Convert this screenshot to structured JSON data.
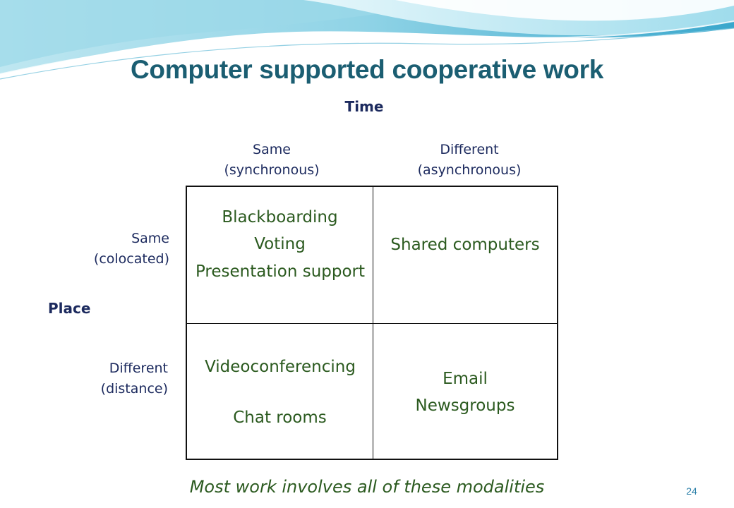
{
  "slide": {
    "title": "Computer supported cooperative work",
    "time_axis": {
      "label": "Time",
      "columns": [
        {
          "line1": "Same",
          "line2": "(synchronous)"
        },
        {
          "line1": "Different",
          "line2": "(asynchronous)"
        }
      ]
    },
    "place_axis": {
      "label": "Place",
      "rows": [
        {
          "line1": "Same",
          "line2": "(colocated)"
        },
        {
          "line1": "Different",
          "line2": "(distance)"
        }
      ]
    },
    "grid": {
      "same_same": [
        "Blackboarding",
        "Voting",
        "Presentation support"
      ],
      "same_different": [
        "Shared computers"
      ],
      "different_same": [
        "Videoconferencing",
        "Chat rooms"
      ],
      "different_different": [
        "Email",
        "Newsgroups"
      ]
    },
    "footnote": "Most work involves all of these modalities",
    "page_number": "24"
  },
  "colors": {
    "title": "#1b5e72",
    "axis_text": "#1c2a5e",
    "cell_text": "#2b5a1f",
    "page_number": "#2a7fa8",
    "wave_light": "#cfeef5",
    "wave_mid": "#8fd3e6",
    "wave_dark": "#3aa7cc"
  }
}
